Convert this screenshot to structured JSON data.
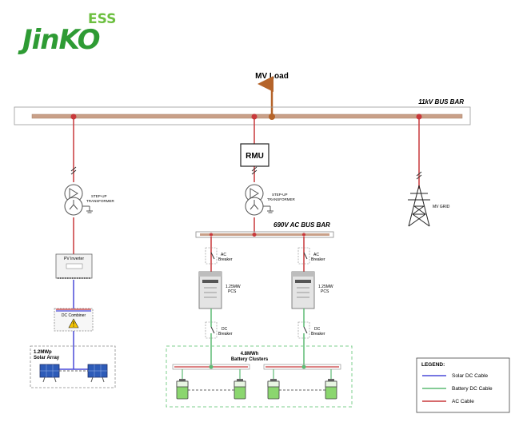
{
  "brand": {
    "name": "JinKO",
    "suffix": "ESS",
    "colors": {
      "main": "#2e9b34",
      "suffix": "#6cbf3f"
    }
  },
  "labels": {
    "mv_load": "MV Load",
    "bus_11kv": "11kV BUS BAR",
    "rmu": "RMU",
    "bus_690v": "690V AC BUS BAR",
    "stepup_line1": "STEP-UP",
    "stepup_line2": "TRANSFORMER",
    "mv_grid": "MV GRID",
    "pv_inverter": "PV Inverter",
    "dc_combiner": "DC Combiner",
    "solar_line1": "1.2MWp",
    "solar_line2": "Solar Array",
    "ac_breaker_line1": "AC",
    "dc_breaker_line1": "DC",
    "breaker_line2": "Breaker",
    "pcs_line1": "1.25MW",
    "pcs_line2": "PCS",
    "battery_line1": "4.8MWh",
    "battery_line2": "Battery Clusters"
  },
  "legend": {
    "title": "LEGEND:",
    "items": [
      {
        "label": "Solar DC Cable",
        "color": "#4a4ad8"
      },
      {
        "label": "Battery DC Cable",
        "color": "#5dbb74"
      },
      {
        "label": "AC Cable",
        "color": "#c8393b"
      }
    ]
  },
  "colors": {
    "ac": "#c8393b",
    "solar_dc": "#4a4ad8",
    "battery_dc": "#5dbb74",
    "bus_bar": "#c9a088",
    "load_arrow": "#b5642a",
    "battery_fill": "#8bd66f"
  }
}
